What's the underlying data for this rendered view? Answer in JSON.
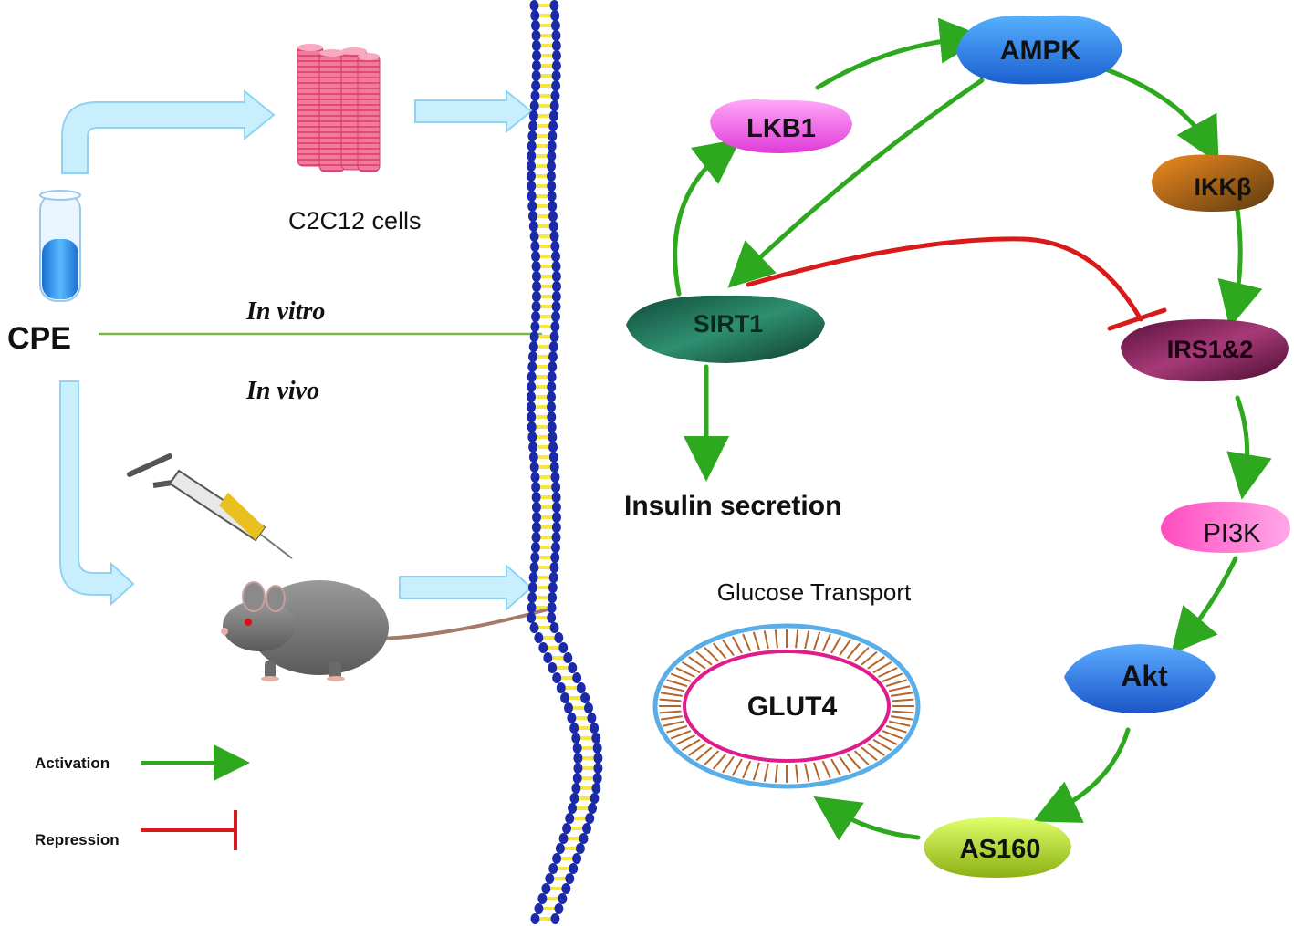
{
  "left": {
    "cpe_label": "CPE",
    "cells_label": "C2C12 cells",
    "in_vitro": "In vitro",
    "in_vivo": "In vivo"
  },
  "legend": {
    "activation": "Activation",
    "repression": "Repression"
  },
  "nodes": {
    "ampk": "AMPK",
    "lkb1": "LKB1",
    "ikkb": "IKKβ",
    "sirt1": "SIRT1",
    "irs": "IRS1&2",
    "pi3k": "PI3K",
    "akt": "Akt",
    "as160": "AS160",
    "glut4": "GLUT4"
  },
  "labels": {
    "insulin_secretion": "Insulin secretion",
    "glucose_transport": "Glucose Transport"
  },
  "colors": {
    "activation": "#2ea81e",
    "repression": "#d81a1a",
    "ampk": "#2a86e8",
    "lkb1": "#ff66f0",
    "ikkb": "#d9640f",
    "sirt1": "#1f6b52",
    "irs": "#8a1f5c",
    "pi3k": "#ff5fd0",
    "akt": "#2e7fe6",
    "as160": "#b8e02a",
    "membrane": "#1a2aa8",
    "membrane_core": "#f5e642"
  }
}
